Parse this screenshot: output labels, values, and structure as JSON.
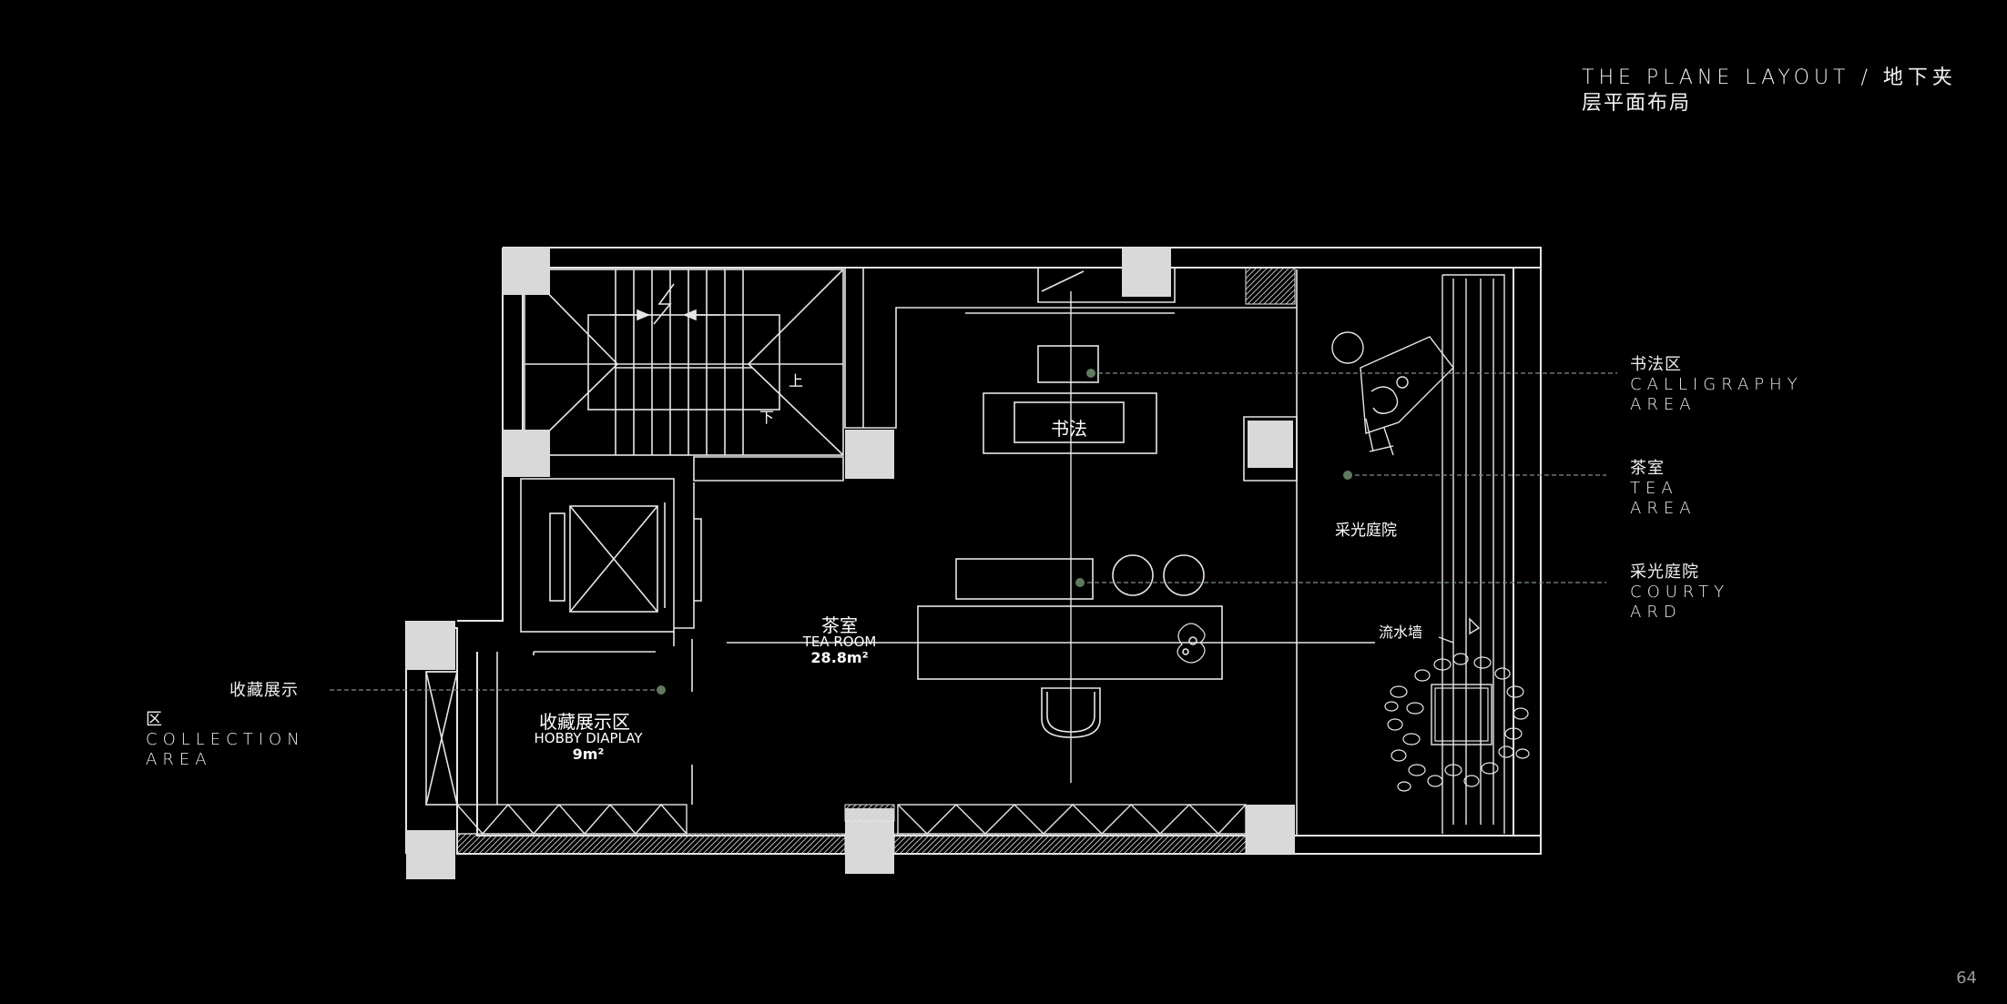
{
  "header": {
    "title_en": "THE PLANE LAYOUT / 地下夹",
    "title_zh": "层平面布局"
  },
  "page_number": "64",
  "plan_labels": {
    "up": "上",
    "down": "下",
    "calligraphy": "书法",
    "tea_room_zh": "茶室",
    "tea_room_en": "TEA ROOM",
    "tea_room_area": "28.8m²",
    "hobby_zh": "收藏展示区",
    "hobby_en": "HOBBY DIAPLAY",
    "hobby_area": "9m²",
    "courtyard": "采光庭院",
    "water_wall": "流水墙"
  },
  "callouts": {
    "calligraphy": {
      "zh": "书法区",
      "en1": "CALLIGRAPHY",
      "en2": "AREA"
    },
    "tea": {
      "zh": "茶室",
      "en1": "TEA",
      "en2": "AREA"
    },
    "courtyard": {
      "zh": "采光庭院",
      "en1": "COURTY",
      "en2": "ARD"
    },
    "collection": {
      "zh1": "收藏展示",
      "zh2": "区",
      "en1": "COLLECTION",
      "en2": "AREA"
    }
  },
  "colors": {
    "background": "#000000",
    "lines": "#e6e6e6",
    "columns": "#d9d9d9",
    "leader_dot": "#5f7a5f"
  }
}
